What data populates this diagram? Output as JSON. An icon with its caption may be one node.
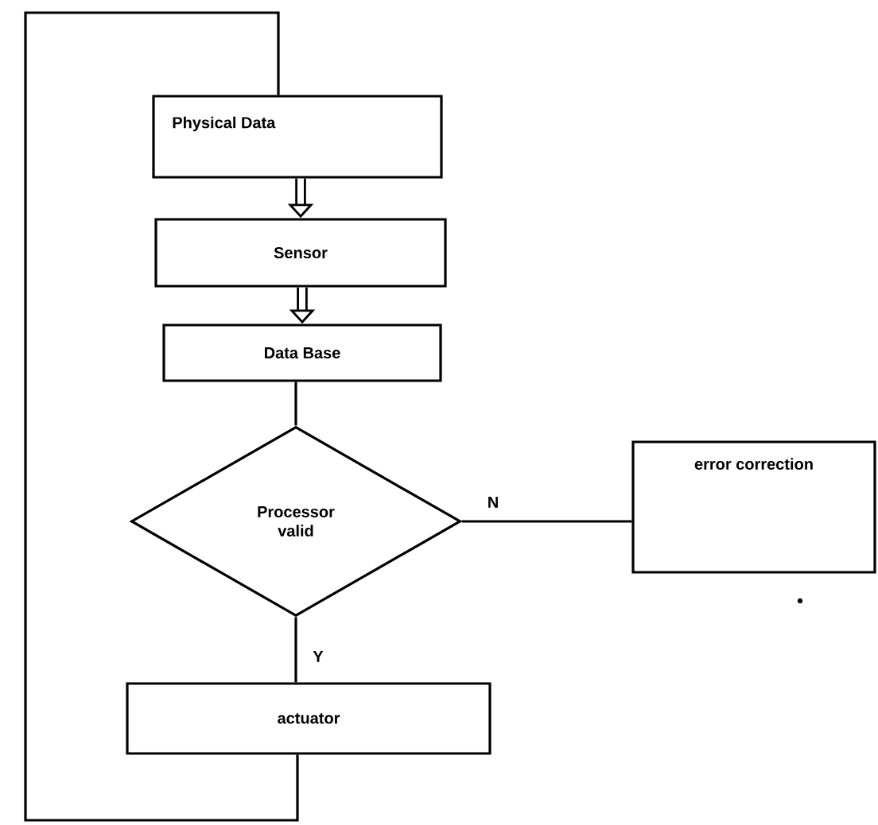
{
  "diagram": {
    "nodes": [
      {
        "text": [
          "Physical Data"
        ]
      },
      {
        "text": [
          "Sensor"
        ]
      },
      {
        "text": [
          "Data Base"
        ]
      },
      {
        "text": [
          "Processor valid"
        ]
      },
      {
        "text": [
          "error correction"
        ]
      },
      {
        "text": [
          "actuator"
        ]
      }
    ],
    "edges": [
      {
        "from": 0,
        "to": 1,
        "arrow": "to",
        "style": "thick"
      },
      {
        "from": 1,
        "to": 2,
        "arrow": "to",
        "style": "thick"
      },
      {
        "from": 2,
        "to": 3,
        "arrow": "none"
      },
      {
        "from": 3,
        "to": 4,
        "arrow": "none",
        "label": "N"
      },
      {
        "from": 3,
        "to": 5,
        "arrow": "none",
        "label": "Y"
      },
      {
        "from": 5,
        "to": 0,
        "arrow": "none"
      }
    ]
  }
}
